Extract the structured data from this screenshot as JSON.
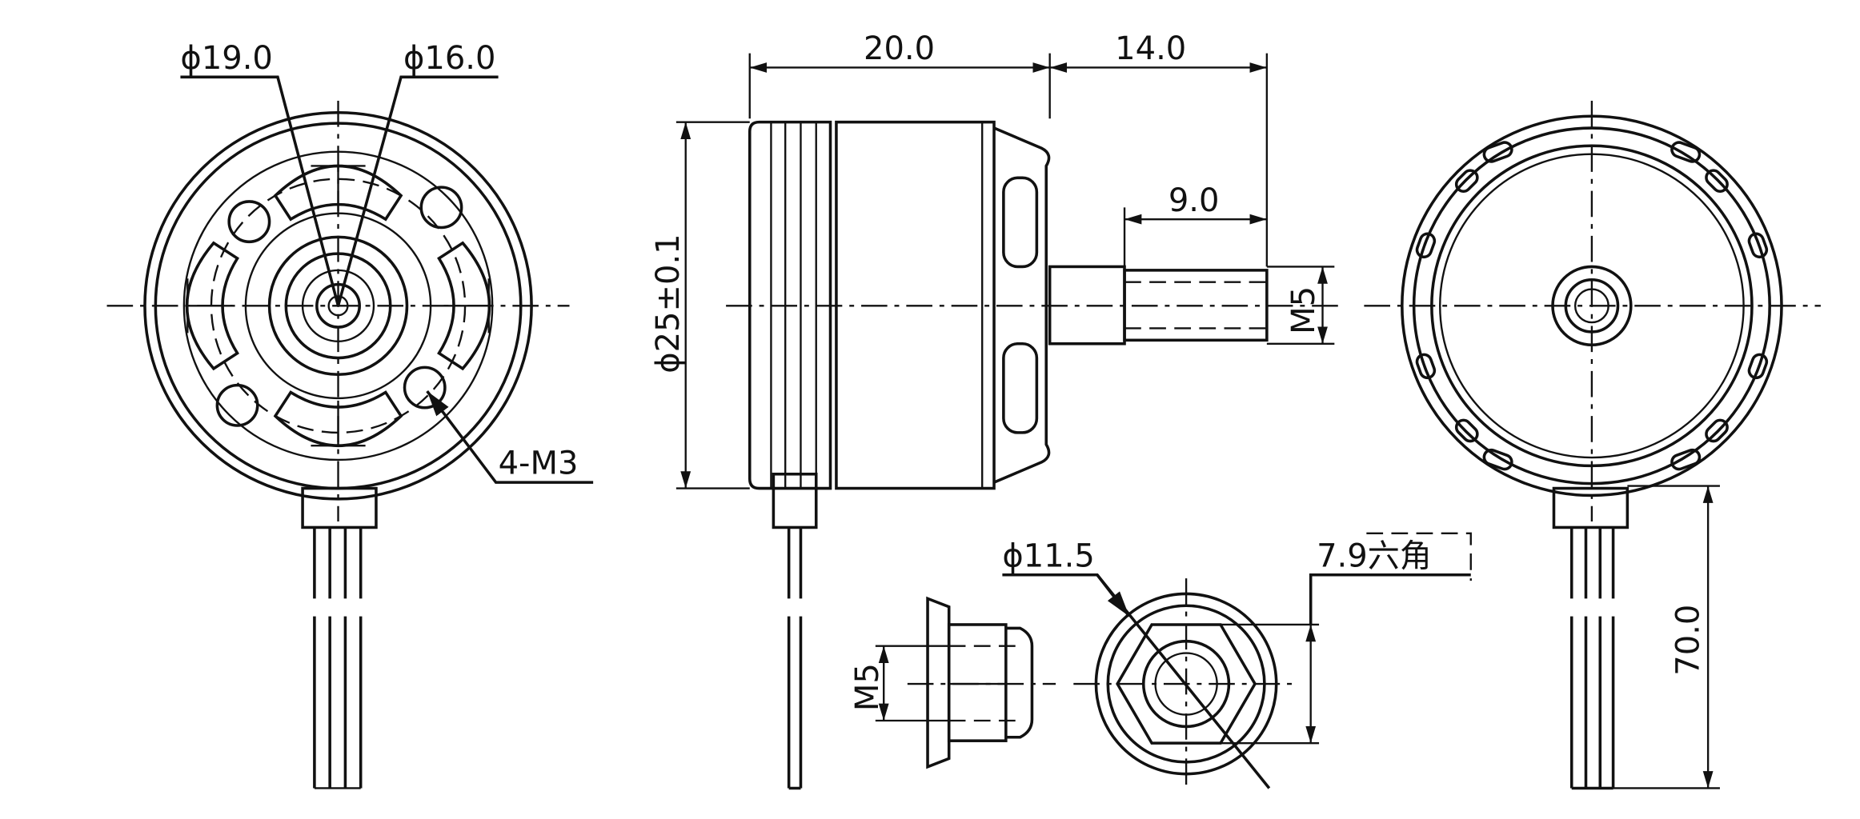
{
  "title": "Motor dimension drawing",
  "colors": {
    "line": "#111111",
    "background": "#ffffff"
  },
  "front_view": {
    "label_bolt_circle_outer": "ϕ19.0",
    "label_bolt_circle_inner": "ϕ16.0",
    "label_mount_holes": "4-M3"
  },
  "side_view": {
    "label_body_length": "20.0",
    "label_shaft_length": "14.0",
    "label_thread_length": "9.0",
    "label_shaft_thread": "M5",
    "label_diameter": "ϕ25±0.1"
  },
  "nut_view": {
    "label_thread": "M5",
    "label_flange_diameter": "ϕ11.5",
    "label_hex": "7.9六角"
  },
  "rear_view": {
    "label_lead_length": "70.0"
  }
}
